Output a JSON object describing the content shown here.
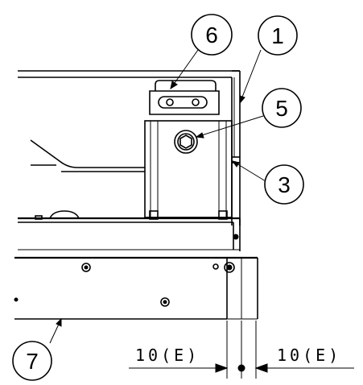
{
  "balloons": {
    "b1": "1",
    "b3": "3",
    "b5": "5",
    "b6": "6",
    "b7": "7"
  },
  "dimensions": {
    "left": "10(E)",
    "right": "10(E)"
  }
}
